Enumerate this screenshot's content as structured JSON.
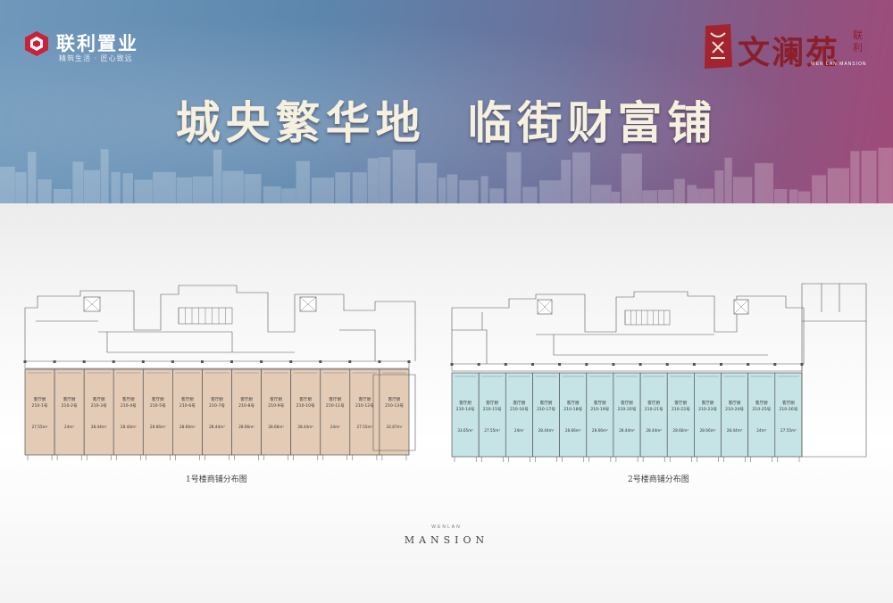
{
  "header": {
    "brand_name": "联利置业",
    "brand_slogan": "精筑生活 · 匠心致远",
    "project_name": "文澜苑",
    "project_sub": "联利",
    "project_en": "WEN LAN  MANSION",
    "headline": "城央繁华地  临街财富铺",
    "watermark": "Mansion"
  },
  "colors": {
    "shop_building1": "#e3cbb6",
    "shop_building2": "#c6e3e5",
    "line": "#555555"
  },
  "building1": {
    "caption": "1号楼商铺分布图",
    "shops": [
      {
        "use": "客厅厨",
        "id": "210-1号",
        "area": "27.55m²"
      },
      {
        "use": "客厅厨",
        "id": "210-2号",
        "area": "24m²"
      },
      {
        "use": "客厅厨",
        "id": "210-3号",
        "area": "28.44m²"
      },
      {
        "use": "客厅厨",
        "id": "210-4号",
        "area": "28.44m²"
      },
      {
        "use": "客厅厨",
        "id": "210-5号",
        "area": "28.66m²"
      },
      {
        "use": "客厅厨",
        "id": "210-6号",
        "area": "28.66m²"
      },
      {
        "use": "客厅厨",
        "id": "210-7号",
        "area": "28.44m²"
      },
      {
        "use": "客厅厨",
        "id": "210-8号",
        "area": "28.66m²"
      },
      {
        "use": "客厅厨",
        "id": "210-9号",
        "area": "28.66m²"
      },
      {
        "use": "客厅厨",
        "id": "210-10号",
        "area": "28.44m²"
      },
      {
        "use": "客厅厨",
        "id": "210-11号",
        "area": "24m²"
      },
      {
        "use": "客厅厨",
        "id": "210-12号",
        "area": "27.55m²"
      },
      {
        "use": "客厅厨",
        "id": "210-13号",
        "area": "32.87m²"
      }
    ]
  },
  "building2": {
    "caption": "2号楼商铺分布图",
    "shops": [
      {
        "use": "客厅厨",
        "id": "210-14号",
        "area": "33.65m²"
      },
      {
        "use": "客厅厨",
        "id": "210-15号",
        "area": "27.55m²"
      },
      {
        "use": "客厅厨",
        "id": "210-16号",
        "area": "24m²"
      },
      {
        "use": "客厅厨",
        "id": "210-17号",
        "area": "28.44m²"
      },
      {
        "use": "客厅厨",
        "id": "210-18号",
        "area": "28.66m²"
      },
      {
        "use": "客厅厨",
        "id": "210-19号",
        "area": "28.66m²"
      },
      {
        "use": "客厅厨",
        "id": "210-20号",
        "area": "28.44m²"
      },
      {
        "use": "客厅厨",
        "id": "210-21号",
        "area": "28.44m²"
      },
      {
        "use": "客厅厨",
        "id": "210-22号",
        "area": "28.66m²"
      },
      {
        "use": "客厅厨",
        "id": "210-23号",
        "area": "28.66m²"
      },
      {
        "use": "客厅厨",
        "id": "210-24号",
        "area": "28.44m²"
      },
      {
        "use": "客厅厨",
        "id": "210-25号",
        "area": "24m²"
      },
      {
        "use": "客厅厨",
        "id": "210-26号",
        "area": "27.55m²"
      }
    ]
  },
  "footer": {
    "small": "WENLAN",
    "big": "MANSION"
  }
}
